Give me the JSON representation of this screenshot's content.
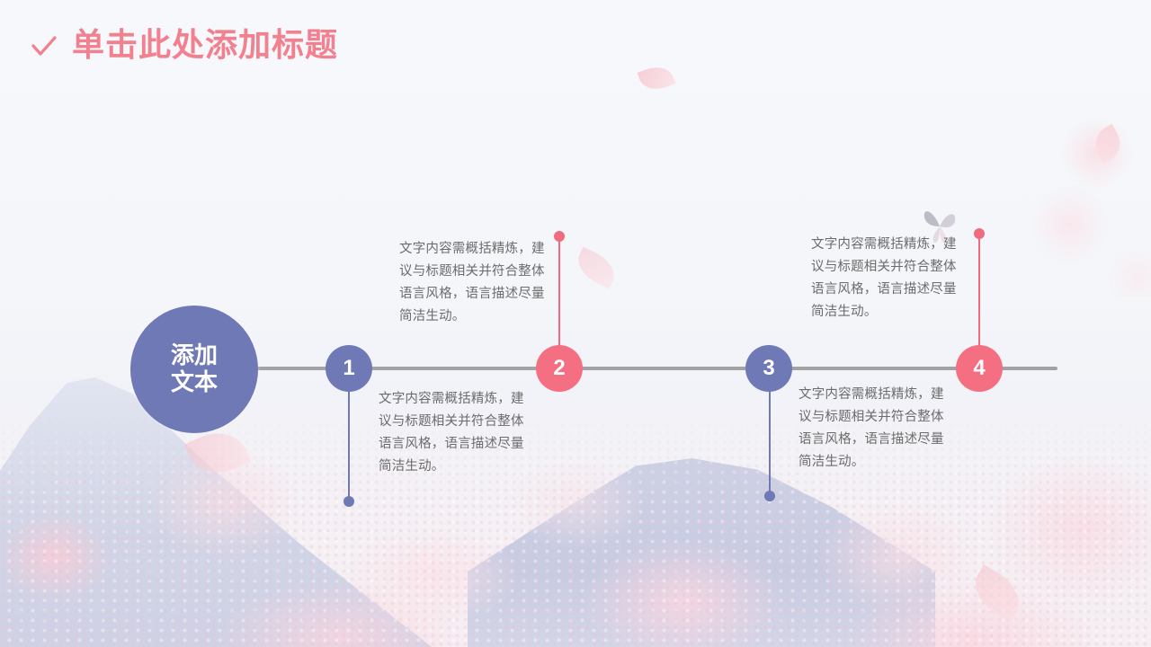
{
  "slide": {
    "title": "单击此处添加标题",
    "title_icon": "checkmark-icon",
    "colors": {
      "title": "#f2808f",
      "blue": "#6f79b5",
      "pink": "#f56f82",
      "line": "#a3a3a6",
      "body_text": "#6b6b6b"
    }
  },
  "timeline": {
    "main_label": "添加文本",
    "nodes": [
      {
        "number": "1",
        "color": "blue",
        "text_position": "below",
        "text": "文字内容需概括精炼，建议与标题相关并符合整体语言风格，语言描述尽量简洁生动。"
      },
      {
        "number": "2",
        "color": "pink",
        "text_position": "above",
        "text": "文字内容需概括精炼，建议与标题相关并符合整体语言风格，语言描述尽量简洁生动。"
      },
      {
        "number": "3",
        "color": "blue",
        "text_position": "below",
        "text": "文字内容需概括精炼，建议与标题相关并符合整体语言风格，语言描述尽量简洁生动。"
      },
      {
        "number": "4",
        "color": "pink",
        "text_position": "above",
        "text": "文字内容需概括精炼，建议与标题相关并符合整体语言风格，语言描述尽量简洁生动。"
      }
    ]
  }
}
